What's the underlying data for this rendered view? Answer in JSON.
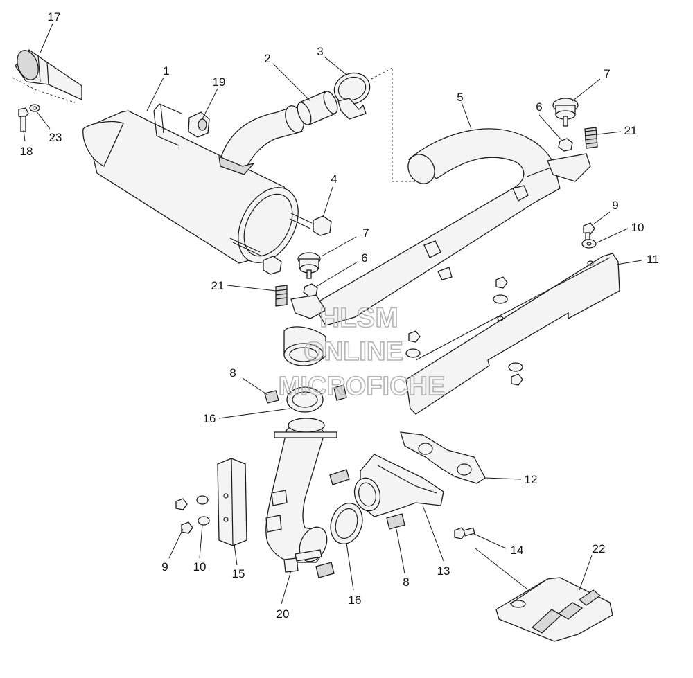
{
  "diagram": {
    "callouts": [
      {
        "id": "c17",
        "label": "17"
      },
      {
        "id": "c1",
        "label": "1"
      },
      {
        "id": "c19",
        "label": "19"
      },
      {
        "id": "c2",
        "label": "2"
      },
      {
        "id": "c3",
        "label": "3"
      },
      {
        "id": "c18",
        "label": "18"
      },
      {
        "id": "c23",
        "label": "23"
      },
      {
        "id": "c5",
        "label": "5"
      },
      {
        "id": "c7a",
        "label": "7"
      },
      {
        "id": "c6a",
        "label": "6"
      },
      {
        "id": "c21a",
        "label": "21"
      },
      {
        "id": "c4",
        "label": "4"
      },
      {
        "id": "c9a",
        "label": "9"
      },
      {
        "id": "c10a",
        "label": "10"
      },
      {
        "id": "c11",
        "label": "11"
      },
      {
        "id": "c7b",
        "label": "7"
      },
      {
        "id": "c6b",
        "label": "6"
      },
      {
        "id": "c21b",
        "label": "21"
      },
      {
        "id": "c8a",
        "label": "8"
      },
      {
        "id": "c16a",
        "label": "16"
      },
      {
        "id": "c12",
        "label": "12"
      },
      {
        "id": "c14",
        "label": "14"
      },
      {
        "id": "c22",
        "label": "22"
      },
      {
        "id": "c9b",
        "label": "9"
      },
      {
        "id": "c10b",
        "label": "10"
      },
      {
        "id": "c15",
        "label": "15"
      },
      {
        "id": "c20",
        "label": "20"
      },
      {
        "id": "c16b",
        "label": "16"
      },
      {
        "id": "c8b",
        "label": "8"
      },
      {
        "id": "c13",
        "label": "13"
      }
    ]
  },
  "watermark": {
    "line1": "HLSM",
    "line2": "ONLINE",
    "line3": "MICROFICHE"
  },
  "colors": {
    "line": "#1a1a1a",
    "part_fill": "#f4f4f4",
    "watermark": "#b5b5b5"
  }
}
